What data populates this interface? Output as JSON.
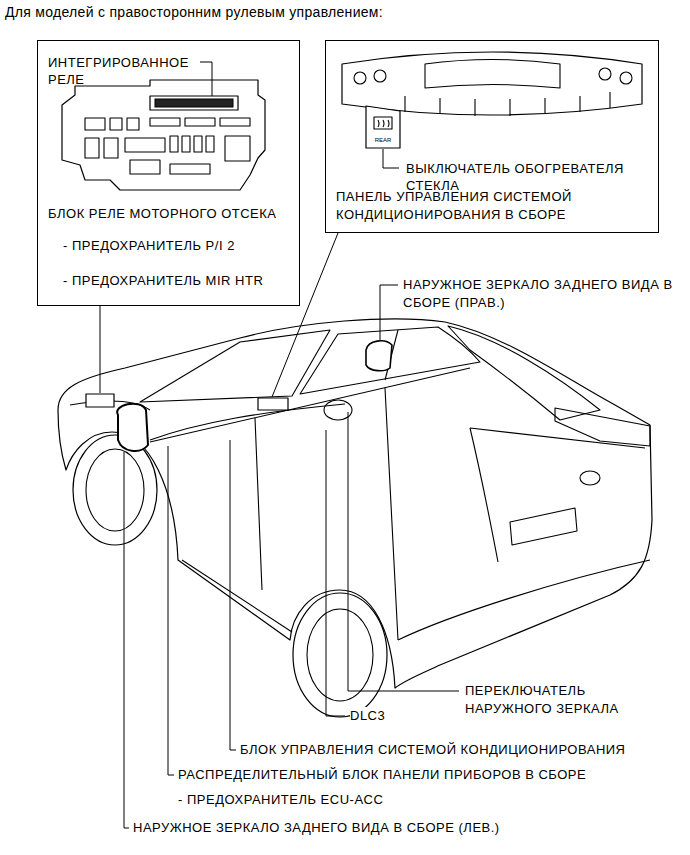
{
  "diagram": {
    "title": "Для моделей с правосторонним рулевым управлением:",
    "nodes": [
      {
        "text": [
          "ИНТЕГРИРОВАННОЕ РЕЛЕ",
          "БЛОК РЕЛЕ МОТОРНОГО ОТСЕКА",
          "- ПРЕДОХРАНИТЕЛЬ P/I 2",
          "- ПРЕДОХРАНИТЕЛЬ MIR HTR"
        ]
      },
      {
        "text": [
          "ВЫКЛЮЧАТЕЛЬ ОБОГРЕВАТЕЛЯ СТЕКЛА",
          "ПАНЕЛЬ УПРАВЛЕНИЯ СИСТЕМОЙ КОНДИЦИОНИРОВАНИЯ В СБОРЕ"
        ]
      }
    ],
    "labels": [
      "REAR",
      "НАРУЖНОЕ ЗЕРКАЛО ЗАДНЕГО ВИДА В СБОРЕ (ПРАВ.)",
      "ПЕРЕКЛЮЧАТЕЛЬ НАРУЖНОГО ЗЕРКАЛА",
      "DLC3",
      "БЛОК УПРАВЛЕНИЯ СИСТЕМОЙ КОНДИЦИОНИРОВАНИЯ",
      "РАСПРЕДЕЛИТЕЛЬНЫЙ БЛОК ПАНЕЛИ ПРИБОРОВ В СБОРЕ",
      "- ПРЕДОХРАНИТЕЛЬ ECU-ACC",
      "НАРУЖНОЕ ЗЕРКАЛО ЗАДНЕГО ВИДА В СБОРЕ (ЛЕВ.)"
    ]
  }
}
